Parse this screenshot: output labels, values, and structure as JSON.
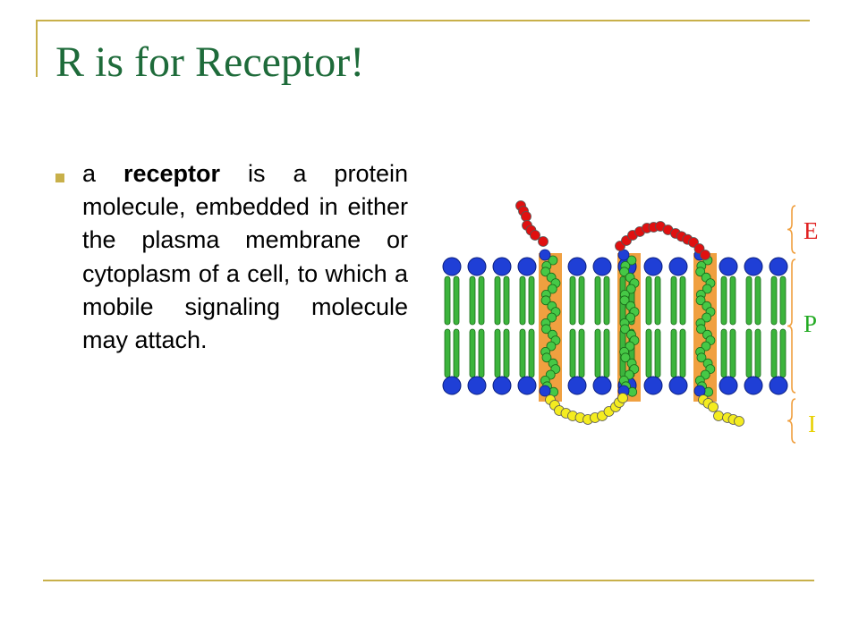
{
  "slide": {
    "title": "R is for Receptor!",
    "bullet": {
      "before": "a ",
      "term": "receptor",
      "after": " is a protein molecule, embedded in either the plasma membrane or cytoplasm of a cell, to which a mobile signaling molecule may attach."
    }
  },
  "diagram": {
    "labels": [
      {
        "key": "extracellular",
        "text": "E",
        "color": "#e02020"
      },
      {
        "key": "plasma-membrane",
        "text": "P",
        "color": "#22aa22"
      },
      {
        "key": "intracellular",
        "text": "I",
        "color": "#e8d000"
      }
    ],
    "colors": {
      "lipid_head": "#1f3fd6",
      "lipid_tail": "#3cb43c",
      "helix_band": "#f0a040",
      "helix_bead": "#46c846",
      "extracellular_chain": "#e01010",
      "intracellular_chain": "#f4ec20",
      "brace": "#f0a040",
      "frame": "#c8b04a",
      "title": "#1e6b3a"
    }
  }
}
